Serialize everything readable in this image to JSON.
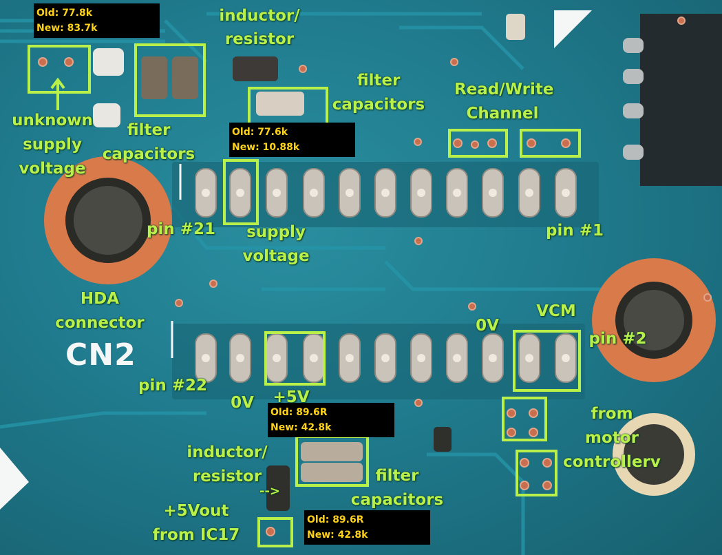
{
  "measurement_boxes": [
    {
      "old": "Old: 77.8k",
      "new": "New: 83.7k"
    },
    {
      "old": "Old: 77.6k",
      "new": "New: 10.88k"
    },
    {
      "old": "Old: 89.6R",
      "new": "New: 42.8k"
    },
    {
      "old": "Old: 89.6R",
      "new": "New: 42.8k"
    }
  ],
  "labels": {
    "inductor_top": "inductor/\nresistor",
    "unknown_supply": "unknown\nsupply\nvoltage",
    "filter_left": "filter\ncapacitors",
    "filter_top": "filter\ncapacitors",
    "read_write": "Read/Write\nChannel",
    "pin21": "pin #21",
    "supply_voltage": "supply\nvoltage",
    "pin1": "pin #1",
    "hda": "HDA\nconnector",
    "vcm": "VCM",
    "zero_v_right": "0V",
    "pin2": "pin #2",
    "pin22": "pin #22",
    "zero_v_left": "0V",
    "plus5v": "+5V",
    "inductor_bottom": "inductor/\nresistor",
    "arrow_text": "-->",
    "filter_bottom": "filter\ncapacitors",
    "from_motor": "from\nmotor\ncontrollerv",
    "plus5vout": "+5Vout\nfrom IC17"
  },
  "silkscreen": {
    "cn2": "CN2"
  },
  "colors": {
    "annotation_green": "#b9f04a",
    "box_yellow": "#ffd21a",
    "pcb_teal": "#1f7b8d",
    "pad_copper": "#d97a4a"
  }
}
